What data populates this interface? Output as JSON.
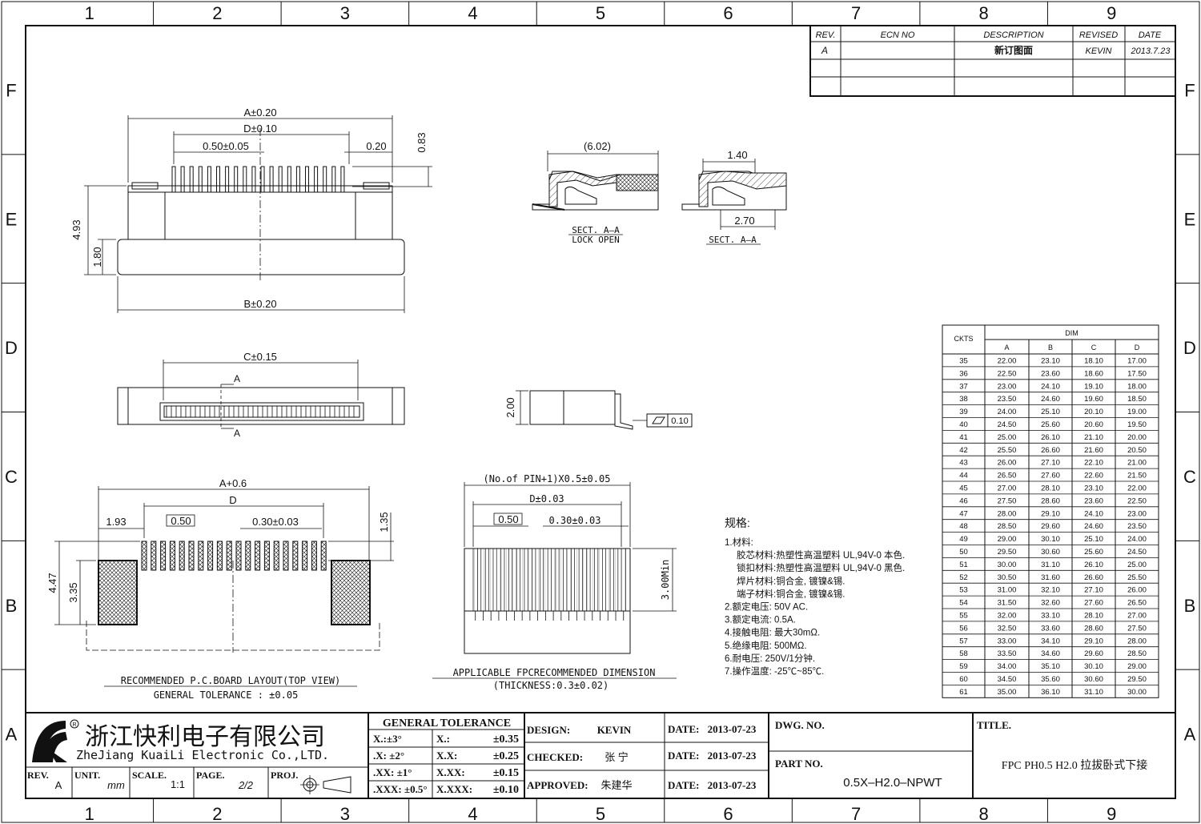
{
  "border": {
    "columns": [
      "1",
      "2",
      "3",
      "4",
      "5",
      "6",
      "7",
      "8",
      "9"
    ],
    "rows": [
      "F",
      "E",
      "D",
      "C",
      "B",
      "A"
    ]
  },
  "revision_table": {
    "headers": [
      "REV.",
      "ECN NO",
      "DESCRIPTION",
      "REVISED",
      "DATE"
    ],
    "rows": [
      {
        "rev": "A",
        "ecn": "",
        "description": "新订图面",
        "revised": "KEVIN",
        "date": "2013.7.23"
      }
    ]
  },
  "top_view": {
    "dim_a": "A±0.20",
    "dim_d": "D±0.10",
    "pitch": "0.50±0.05",
    "pin_width": "0.20",
    "pin_height": "0.83",
    "height": "4.93",
    "base_height": "1.80",
    "dim_b": "B±0.20"
  },
  "front_view": {
    "dim_c": "C±0.15",
    "section_mark": "A",
    "section_mark_bottom": "A"
  },
  "section_open": {
    "dim": "(6.02)",
    "label": "SECT. A–A",
    "sublabel": "LOCK OPEN"
  },
  "section_closed": {
    "dim_top": "1.40",
    "dim_bottom": "2.70",
    "label": "SECT. A–A"
  },
  "side_view": {
    "height": "2.00",
    "flatness": "0.10"
  },
  "pcb_layout": {
    "dim_a": "A+0.6",
    "dim_d": "D",
    "side": "1.93",
    "pitch": "0.50",
    "pad_width": "0.30±0.03",
    "pad_height": "1.35",
    "height_total": "4.47",
    "height_pad": "3.35",
    "caption": "RECOMMENDED P.C.BOARD LAYOUT(TOP VIEW)",
    "tolerance": "GENERAL TOLERANCE : ±0.05"
  },
  "fpc_dimension": {
    "dim_total": "(No.of PIN+1)X0.5±0.05",
    "dim_d": "D±0.03",
    "pitch": "0.50",
    "width": "0.30±0.03",
    "min_len": "3.00Min",
    "caption": "APPLICABLE FPCRECOMMENDED DIMENSION",
    "thickness": "(THICKNESS:0.3±0.02)"
  },
  "specs": {
    "title": "规格:",
    "lines": [
      "1.材料:",
      "胶芯材料:热塑性高温塑料 UL,94V-0 本色.",
      "锁扣材料:热塑性高温塑料 UL,94V-0 黑色.",
      "焊片材料:铜合金, 镀镍&锡.",
      "端子材料:铜合金, 镀镍&锡.",
      "2.额定电压: 50V AC.",
      "3.额定电流: 0.5A.",
      "4.接触电阻: 最大30mΩ.",
      "5.绝缘电阻: 500MΩ.",
      "6.耐电压: 250V/1分钟.",
      "7.操作温度: -25℃~85℃."
    ]
  },
  "dim_table": {
    "header_ckts": "CKTS",
    "header_dim": "DIM",
    "columns": [
      "A",
      "B",
      "C",
      "D"
    ],
    "rows": [
      [
        "35",
        "22.00",
        "23.10",
        "18.10",
        "17.00"
      ],
      [
        "36",
        "22.50",
        "23.60",
        "18.60",
        "17.50"
      ],
      [
        "37",
        "23.00",
        "24.10",
        "19.10",
        "18.00"
      ],
      [
        "38",
        "23.50",
        "24.60",
        "19.60",
        "18.50"
      ],
      [
        "39",
        "24.00",
        "25.10",
        "20.10",
        "19.00"
      ],
      [
        "40",
        "24.50",
        "25.60",
        "20.60",
        "19.50"
      ],
      [
        "41",
        "25.00",
        "26.10",
        "21.10",
        "20.00"
      ],
      [
        "42",
        "25.50",
        "26.60",
        "21.60",
        "20.50"
      ],
      [
        "43",
        "26.00",
        "27.10",
        "22.10",
        "21.00"
      ],
      [
        "44",
        "26.50",
        "27.60",
        "22.60",
        "21.50"
      ],
      [
        "45",
        "27.00",
        "28.10",
        "23.10",
        "22.00"
      ],
      [
        "46",
        "27.50",
        "28.60",
        "23.60",
        "22.50"
      ],
      [
        "47",
        "28.00",
        "29.10",
        "24.10",
        "23.00"
      ],
      [
        "48",
        "28.50",
        "29.60",
        "24.60",
        "23.50"
      ],
      [
        "49",
        "29.00",
        "30.10",
        "25.10",
        "24.00"
      ],
      [
        "50",
        "29.50",
        "30.60",
        "25.60",
        "24.50"
      ],
      [
        "51",
        "30.00",
        "31.10",
        "26.10",
        "25.00"
      ],
      [
        "52",
        "30.50",
        "31.60",
        "26.60",
        "25.50"
      ],
      [
        "53",
        "31.00",
        "32.10",
        "27.10",
        "26.00"
      ],
      [
        "54",
        "31.50",
        "32.60",
        "27.60",
        "26.50"
      ],
      [
        "55",
        "32.00",
        "33.10",
        "28.10",
        "27.00"
      ],
      [
        "56",
        "32.50",
        "33.60",
        "28.60",
        "27.50"
      ],
      [
        "57",
        "33.00",
        "34.10",
        "29.10",
        "28.00"
      ],
      [
        "58",
        "33.50",
        "34.60",
        "29.60",
        "28.50"
      ],
      [
        "59",
        "34.00",
        "35.10",
        "30.10",
        "29.00"
      ],
      [
        "60",
        "34.50",
        "35.60",
        "30.60",
        "29.50"
      ],
      [
        "61",
        "35.00",
        "36.10",
        "31.10",
        "30.00"
      ]
    ]
  },
  "title_block": {
    "company_cn": "浙江快利电子有限公司",
    "company_en": "ZheJiang KuaiLi Electronic Co.,LTD.",
    "rev_label": "REV.",
    "rev_value": "A",
    "unit_label": "UNIT.",
    "unit_value": "mm",
    "scale_label": "SCALE.",
    "scale_value": "1:1",
    "page_label": "PAGE.",
    "page_value": "2/2",
    "proj_label": "PROJ.",
    "tolerance_title": "GENERAL TOLERANCE",
    "tolerance": [
      [
        "X.:±3°",
        "X.:",
        "±0.35"
      ],
      [
        ".X: ±2°",
        "X.X:",
        "±0.25"
      ],
      [
        ".XX: ±1°",
        "X.XX:",
        "±0.15"
      ],
      [
        ".XXX: ±0.5°",
        "X.XXX:",
        "±0.10"
      ]
    ],
    "design_label": "DESIGN:",
    "design_value": "KEVIN",
    "checked_label": "CHECKED:",
    "checked_value": "张 宁",
    "approved_label": "APPROVED:",
    "approved_value": "朱建华",
    "date_label": "DATE:",
    "date_value": "2013-07-23",
    "dwg_label": "DWG. NO.",
    "part_label": "PART NO.",
    "part_value": "0.5X–H2.0–NPWT",
    "title_label": "TITLE.",
    "title_value": "FPC PH0.5 H2.0 拉拔卧式下接"
  }
}
